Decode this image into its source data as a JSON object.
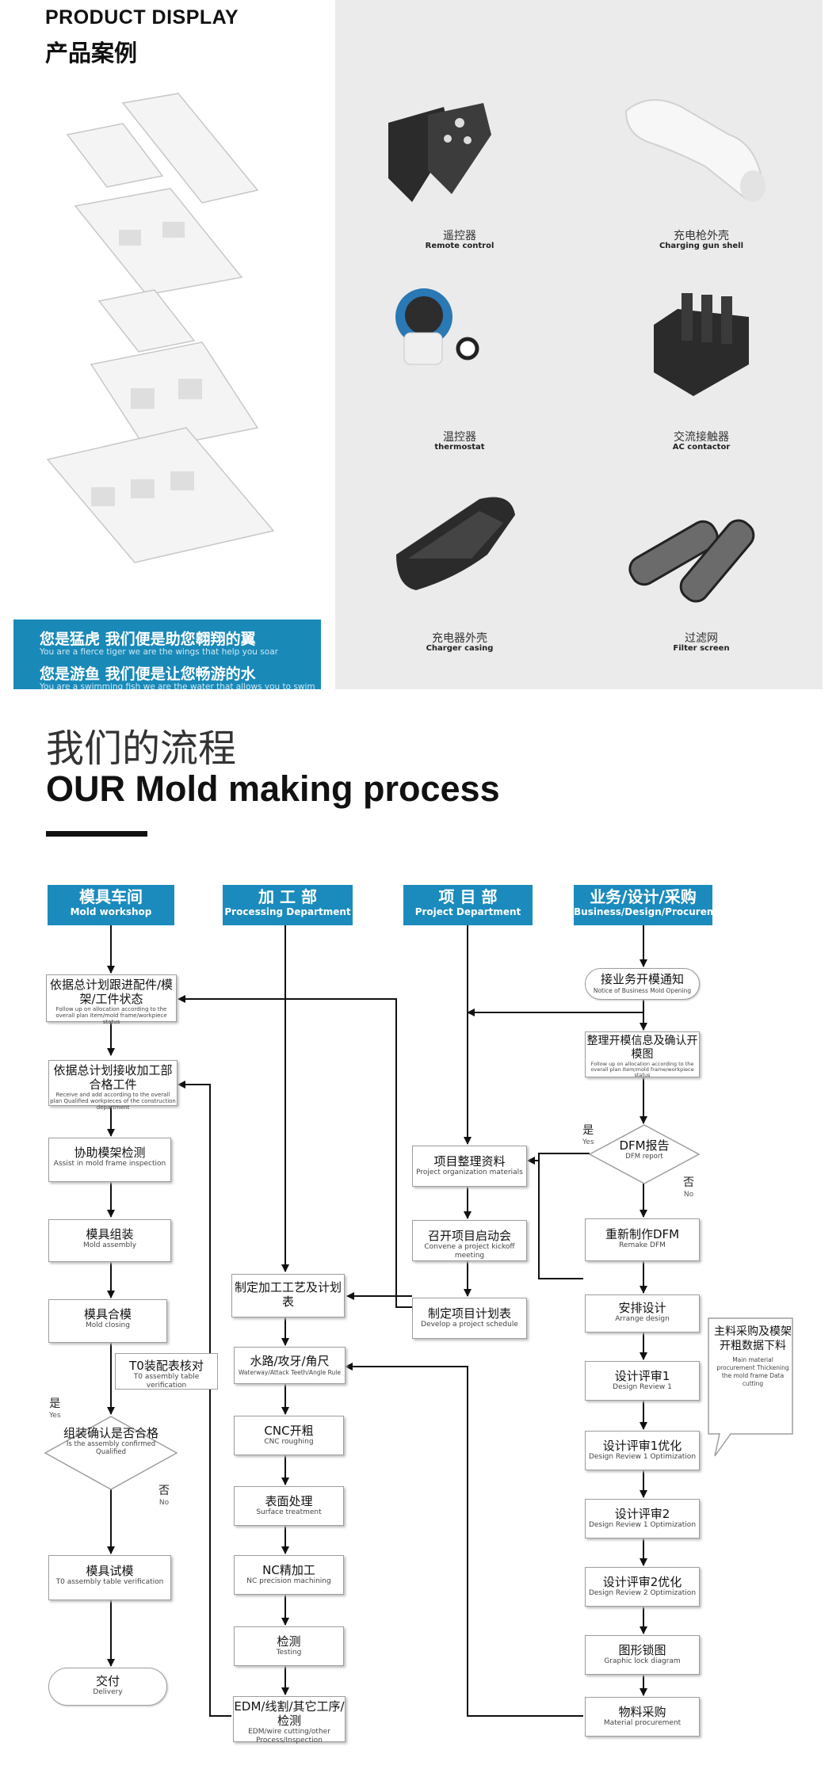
{
  "product_display": {
    "title_en": "PRODUCT DISPLAY",
    "title_cn": "产品案例",
    "products": [
      {
        "cn": "遥控器",
        "en": "Remote control"
      },
      {
        "cn": "充电枪外壳",
        "en": "Charging gun shell"
      },
      {
        "cn": "温控器",
        "en": "thermostat"
      },
      {
        "cn": "交流接触器",
        "en": "AC contactor"
      },
      {
        "cn": "充电器外壳",
        "en": "Charger casing"
      },
      {
        "cn": "过滤网",
        "en": "Filter screen"
      }
    ],
    "banner": {
      "line1_cn": "您是猛虎 我们便是助您翱翔的翼",
      "line1_en": "You are a fierce tiger  we are the wings that help you soar",
      "line2_cn": "您是游鱼 我们便是让您畅游的水",
      "line2_en": "You are a swimming fish  we are the water that allows you to swim"
    }
  },
  "process": {
    "title_cn": "我们的流程",
    "title_en": "OUR Mold making process",
    "departments": [
      {
        "cn": "模具车间",
        "en": "Mold workshop"
      },
      {
        "cn": "加 工 部",
        "en": "Processing Department"
      },
      {
        "cn": "项 目 部",
        "en": "Project Department"
      },
      {
        "cn": "业务/设计/采购",
        "en": "Business/Design/Procurement"
      }
    ],
    "mold": [
      {
        "cn": "依据总计划跟进配件/模架/工件状态",
        "en": "Follow up on allocation according to the overall plan Item/mold frame/workpiece status"
      },
      {
        "cn": "依据总计划接收加工部合格工件",
        "en": "Receive and add according to the overall plan Qualified workpieces of the construction department"
      },
      {
        "cn": "协助模架检测",
        "en": "Assist in mold frame inspection"
      },
      {
        "cn": "模具组装",
        "en": "Mold assembly"
      },
      {
        "cn": "模具合模",
        "en": "Mold closing"
      },
      {
        "cn": "T0装配表核对",
        "en": "T0 assembly table verification"
      },
      {
        "cn": "组装确认是否合格",
        "en": "Is the assembly confirmed Qualified"
      },
      {
        "cn": "模具试模",
        "en": "T0 assembly table verification"
      },
      {
        "cn": "交付",
        "en": "Delivery"
      }
    ],
    "processing": [
      {
        "cn": "制定加工工艺及计划表",
        "en": ""
      },
      {
        "cn": "水路/攻牙/角尺",
        "en": "Waterway/Attack Teeth/Angle Rule"
      },
      {
        "cn": "CNC开粗",
        "en": "CNC roughing"
      },
      {
        "cn": "表面处理",
        "en": "Surface treatment"
      },
      {
        "cn": "NC精加工",
        "en": "NC precision machining"
      },
      {
        "cn": "检测",
        "en": "Testing"
      },
      {
        "cn": "EDM/线割/其它工序/检测",
        "en": "EDM/wire cutting/other Process/Inspection"
      }
    ],
    "project": [
      {
        "cn": "项目整理资料",
        "en": "Project organization materials"
      },
      {
        "cn": "召开项目启动会",
        "en": "Convene a project kickoff meeting"
      },
      {
        "cn": "制定项目计划表",
        "en": "Develop a project schedule"
      }
    ],
    "business": [
      {
        "cn": "接业务开模通知",
        "en": "Notice of Business Mold Opening"
      },
      {
        "cn": "整理开模信息及确认开模图",
        "en": "Follow up on allocation according to the overall plan Item/mold frame/workpiece status"
      },
      {
        "cn": "DFM报告",
        "en": "DFM report"
      },
      {
        "cn": "重新制作DFM",
        "en": "Remake DFM"
      },
      {
        "cn": "安排设计",
        "en": "Arrange design"
      },
      {
        "cn": "设计评审1",
        "en": "Design Review 1"
      },
      {
        "cn": "设计评审1优化",
        "en": "Design Review 1 Optimization"
      },
      {
        "cn": "设计评审2",
        "en": "Design Review 1 Optimization"
      },
      {
        "cn": "设计评审2优化",
        "en": "Design Review 2 Optimization"
      },
      {
        "cn": "图形锁图",
        "en": "Graphic lock diagram"
      },
      {
        "cn": "物料采购",
        "en": "Material procurement"
      }
    ],
    "callout": {
      "cn": "主料采购及模架开粗数据下料",
      "en": "Main material procurement Thickening the mold frame Data cutting"
    },
    "labels": {
      "yes_cn": "是",
      "yes_en": "Yes",
      "no_cn": "否",
      "no_en": "No"
    }
  }
}
